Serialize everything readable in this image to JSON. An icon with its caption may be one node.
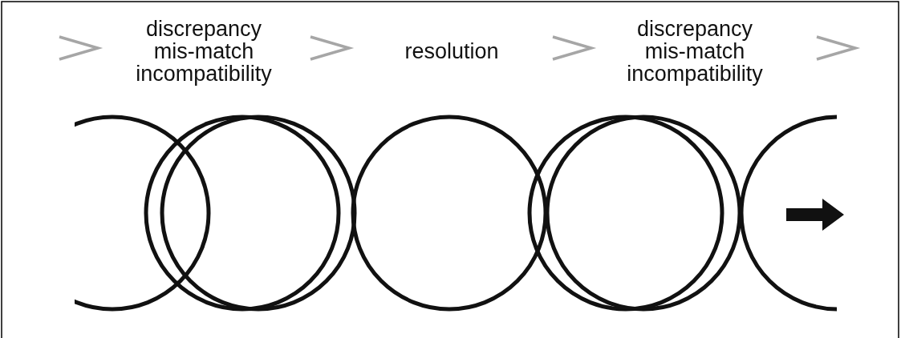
{
  "diagram": {
    "labels": [
      "discrepancy mis-match incompatibility",
      "resolution",
      "discrepancy mis-match incompatibility"
    ]
  }
}
